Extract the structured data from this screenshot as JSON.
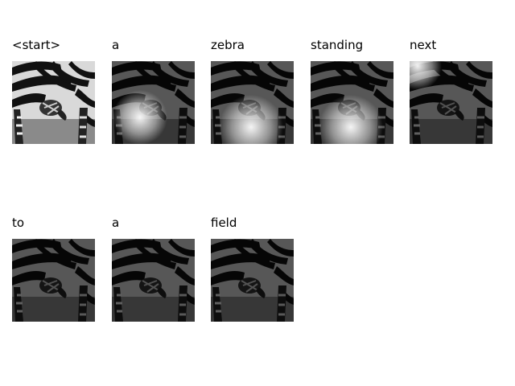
{
  "panels": [
    {
      "word": "<start>",
      "glow": "none"
    },
    {
      "word": "a",
      "glow": "lower-left"
    },
    {
      "word": "zebra",
      "glow": "lower-center"
    },
    {
      "word": "standing",
      "glow": "lower-center"
    },
    {
      "word": "next",
      "glow": "top-left"
    },
    {
      "word": "to",
      "glow": "none"
    },
    {
      "word": "a",
      "glow": "none"
    },
    {
      "word": "field",
      "glow": "none"
    }
  ]
}
